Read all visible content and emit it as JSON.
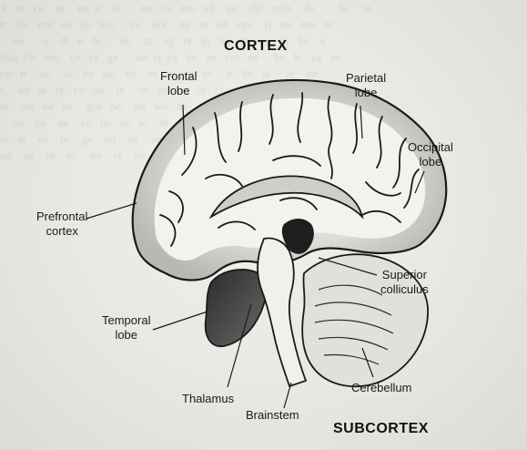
{
  "titles": {
    "top": "CORTEX",
    "bottom": "SUBCORTEX"
  },
  "labels": {
    "frontal": [
      "Frontal",
      "lobe"
    ],
    "parietal": [
      "Parietal",
      "lobe"
    ],
    "occipital": [
      "Occipital",
      "lobe"
    ],
    "prefrontal": [
      "Prefrontal",
      "cortex"
    ],
    "superior": [
      "Superior",
      "colliculus"
    ],
    "temporal": [
      "Temporal",
      "lobe"
    ],
    "thalamus": "Thalamus",
    "brainstem": "Brainstem",
    "cerebellum": "Cerebellum"
  },
  "colors": {
    "ink": "#1a1a1a",
    "shade": "#bdbdb8",
    "paper": "#ecece7"
  }
}
